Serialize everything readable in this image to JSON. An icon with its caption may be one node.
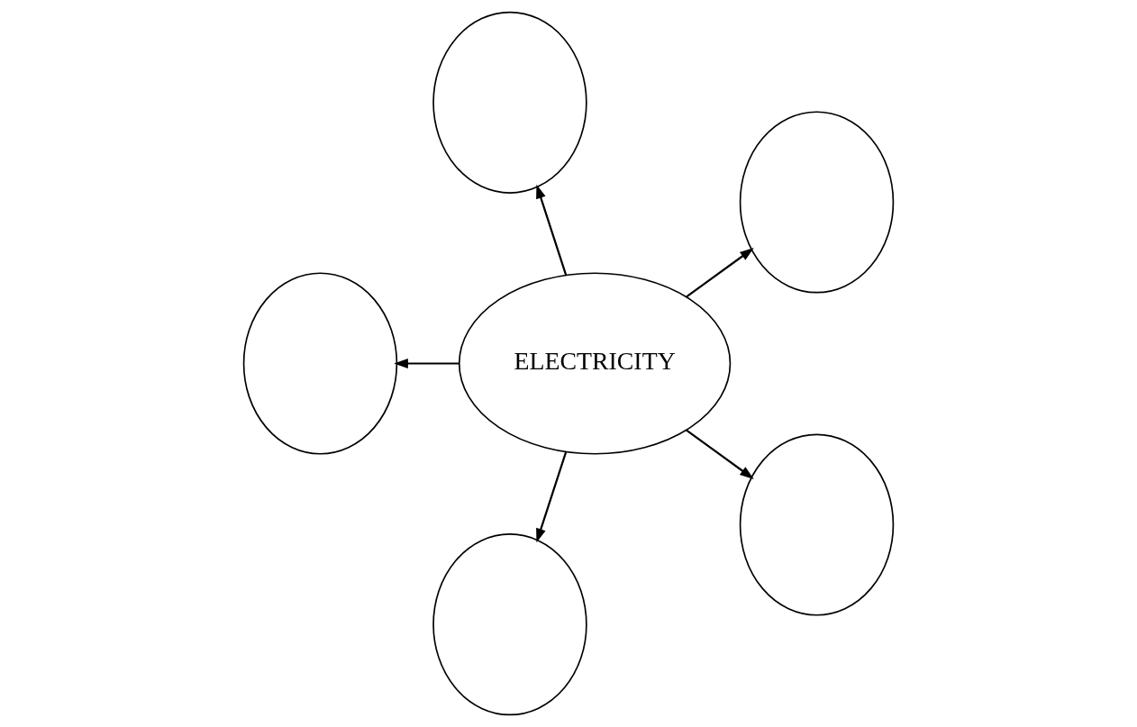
{
  "diagram": {
    "nodes": [
      {
        "text": [
          "ELECTRICITY"
        ]
      },
      {
        "text": [],
        "shape": "circle"
      },
      {
        "text": [],
        "shape": "circle"
      },
      {
        "text": [],
        "shape": "circle"
      },
      {
        "text": [],
        "shape": "circle"
      },
      {
        "text": [],
        "shape": "circle"
      }
    ],
    "edges": [
      {
        "from": 0,
        "to": 1,
        "arrow": "to"
      },
      {
        "from": 0,
        "to": 2,
        "arrow": "to"
      },
      {
        "from": 0,
        "to": 3,
        "arrow": "to"
      },
      {
        "from": 0,
        "to": 4,
        "arrow": "to"
      },
      {
        "from": 0,
        "to": 5,
        "arrow": "to"
      }
    ]
  }
}
